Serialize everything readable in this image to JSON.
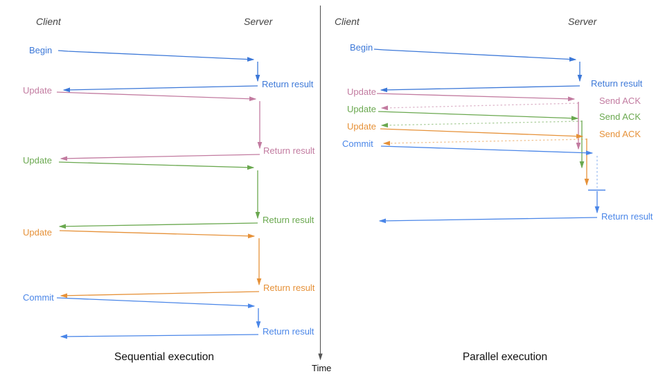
{
  "left": {
    "title": "Sequential execution",
    "client_header": "Client",
    "server_header": "Server",
    "rows": [
      {
        "label": "Begin",
        "response": "Return result"
      },
      {
        "label": "Update",
        "response": "Return result"
      },
      {
        "label": "Update",
        "response": "Return result"
      },
      {
        "label": "Update",
        "response": "Return result"
      },
      {
        "label": "Commit",
        "response": "Return result"
      }
    ]
  },
  "right": {
    "title": "Parallel execution",
    "client_header": "Client",
    "server_header": "Server",
    "rows": [
      {
        "label": "Begin",
        "response": "Return result"
      },
      {
        "label": "Update",
        "response": "Send ACK"
      },
      {
        "label": "Update",
        "response": "Send ACK"
      },
      {
        "label": "Update",
        "response": "Send ACK"
      },
      {
        "label": "Commit",
        "response": "Return result"
      }
    ]
  },
  "axis": {
    "time_label": "Time"
  },
  "colors": {
    "begin_blue": "#3c78d8",
    "update_pink": "#c27ba0",
    "update_green": "#6aa84f",
    "update_orange": "#e69138",
    "commit_blue": "#4a86e8",
    "header_gray": "#434343",
    "axis_gray": "#555555"
  }
}
